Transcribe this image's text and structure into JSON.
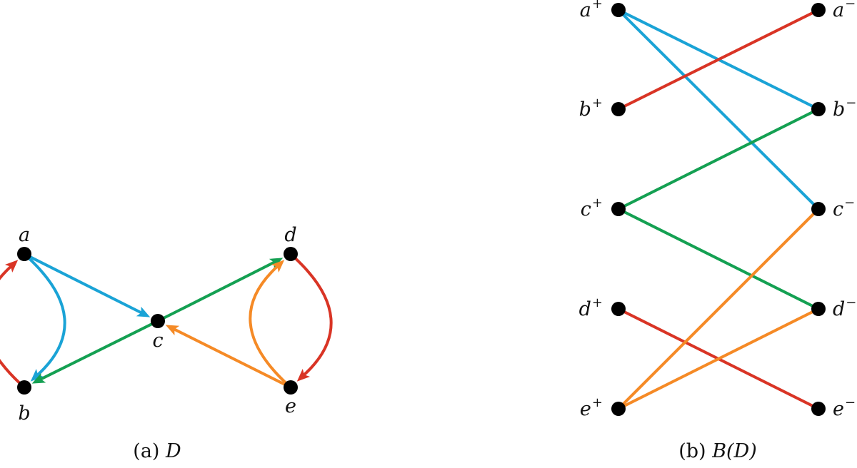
{
  "colors": {
    "red": "#d93425",
    "blue": "#1aa3d6",
    "green": "#14a052",
    "orange": "#f58a26",
    "node": "#000000"
  },
  "graph_d": {
    "caption_prefix": "(a)",
    "caption_name": "D",
    "nodes": [
      {
        "id": "a",
        "label": "a"
      },
      {
        "id": "b",
        "label": "b"
      },
      {
        "id": "c",
        "label": "c"
      },
      {
        "id": "d",
        "label": "d"
      },
      {
        "id": "e",
        "label": "e"
      }
    ],
    "arcs": [
      {
        "from": "a",
        "to": "b",
        "color": "blue"
      },
      {
        "from": "b",
        "to": "a",
        "color": "red"
      },
      {
        "from": "a",
        "to": "c",
        "color": "blue"
      },
      {
        "from": "c",
        "to": "b",
        "color": "green"
      },
      {
        "from": "c",
        "to": "d",
        "color": "green"
      },
      {
        "from": "e",
        "to": "c",
        "color": "orange"
      },
      {
        "from": "e",
        "to": "d",
        "color": "orange"
      },
      {
        "from": "d",
        "to": "e",
        "color": "red"
      }
    ]
  },
  "graph_bd": {
    "caption_prefix": "(b)",
    "caption_name": "B(D)",
    "left_nodes": [
      {
        "id": "a+",
        "base": "a",
        "sup": "+"
      },
      {
        "id": "b+",
        "base": "b",
        "sup": "+"
      },
      {
        "id": "c+",
        "base": "c",
        "sup": "+"
      },
      {
        "id": "d+",
        "base": "d",
        "sup": "+"
      },
      {
        "id": "e+",
        "base": "e",
        "sup": "+"
      }
    ],
    "right_nodes": [
      {
        "id": "a-",
        "base": "a",
        "sup": "−"
      },
      {
        "id": "b-",
        "base": "b",
        "sup": "−"
      },
      {
        "id": "c-",
        "base": "c",
        "sup": "−"
      },
      {
        "id": "d-",
        "base": "d",
        "sup": "−"
      },
      {
        "id": "e-",
        "base": "e",
        "sup": "−"
      }
    ],
    "edges": [
      {
        "from": "a+",
        "to": "b-",
        "color": "blue"
      },
      {
        "from": "a+",
        "to": "c-",
        "color": "blue"
      },
      {
        "from": "b+",
        "to": "a-",
        "color": "red"
      },
      {
        "from": "c+",
        "to": "b-",
        "color": "green"
      },
      {
        "from": "c+",
        "to": "d-",
        "color": "green"
      },
      {
        "from": "d+",
        "to": "e-",
        "color": "red"
      },
      {
        "from": "e+",
        "to": "c-",
        "color": "orange"
      },
      {
        "from": "e+",
        "to": "d-",
        "color": "orange"
      }
    ]
  }
}
